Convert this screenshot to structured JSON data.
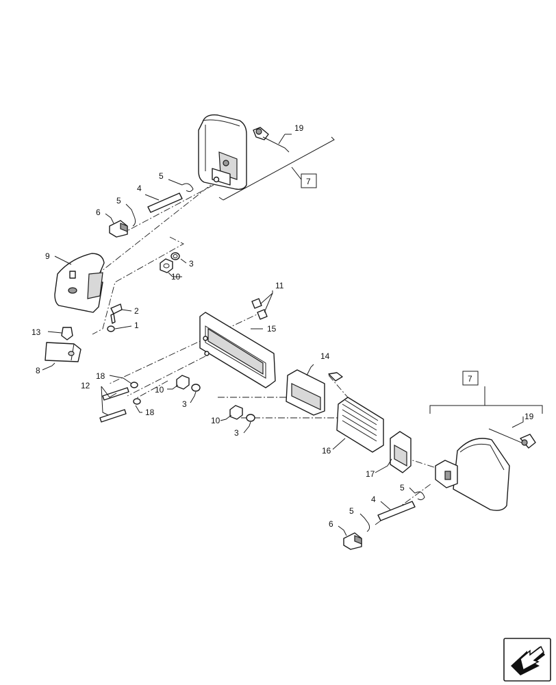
{
  "callouts": {
    "c19_top": "19",
    "c7_top": "7",
    "c5_a": "5",
    "c4_a": "4",
    "c5_b": "5",
    "c6_a": "6",
    "c9": "9",
    "c3_a": "3",
    "c10_a": "10",
    "c2": "2",
    "c1": "1",
    "c13": "13",
    "c8": "8",
    "c11": "11",
    "c15": "15",
    "c18_a": "18",
    "c12": "12",
    "c18_b": "18",
    "c10_b": "10",
    "c3_b": "3",
    "c14": "14",
    "c10_c": "10",
    "c3_c": "3",
    "c16": "16",
    "c7_right": "7",
    "c19_right": "19",
    "c17": "17",
    "c5_c": "5",
    "c4_b": "4",
    "c5_d": "5",
    "c6_b": "6"
  },
  "nav_icon": "return-arrow-icon"
}
